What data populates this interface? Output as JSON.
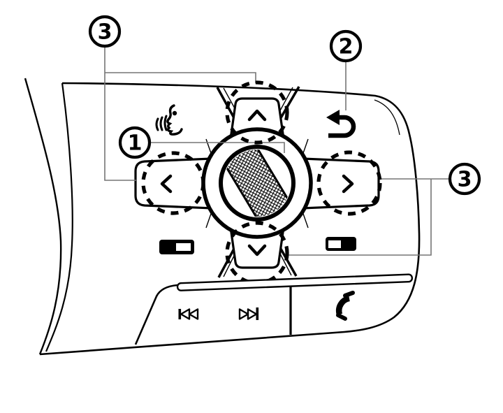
{
  "figure": {
    "type": "owners-manual-line-diagram",
    "subject": "steering-wheel-control-switches",
    "background": "#ffffff",
    "ink": "#000000",
    "leader_color": "#757575"
  },
  "callouts": [
    {
      "label": "3",
      "position": "top-left",
      "points_to": [
        "up-arrow-button",
        "left-arrow-button"
      ]
    },
    {
      "label": "2",
      "position": "top-right",
      "points_to": [
        "back-button"
      ]
    },
    {
      "label": "1",
      "position": "middle-left",
      "points_to": [
        "center-dial"
      ]
    },
    {
      "label": "3",
      "position": "right",
      "points_to": [
        "right-arrow-button",
        "down-arrow-button"
      ]
    }
  ],
  "controls": [
    {
      "name": "voice-command-button",
      "icon": "speaking-head-sound-waves"
    },
    {
      "name": "back-button",
      "icon": "return-arrow"
    },
    {
      "name": "up-arrow-button",
      "icon": "chevron-up"
    },
    {
      "name": "down-arrow-button",
      "icon": "chevron-down"
    },
    {
      "name": "left-arrow-button",
      "icon": "chevron-left"
    },
    {
      "name": "right-arrow-button",
      "icon": "chevron-right"
    },
    {
      "name": "center-dial",
      "icon": "crosshatched-scroll-wheel"
    },
    {
      "name": "left-side-switch",
      "icon": "half-filled-rectangle"
    },
    {
      "name": "right-side-switch",
      "icon": "half-filled-rectangle"
    },
    {
      "name": "previous-track-button",
      "icon": "seek-back"
    },
    {
      "name": "next-track-button",
      "icon": "seek-forward"
    },
    {
      "name": "phone-button",
      "icon": "handset"
    }
  ]
}
